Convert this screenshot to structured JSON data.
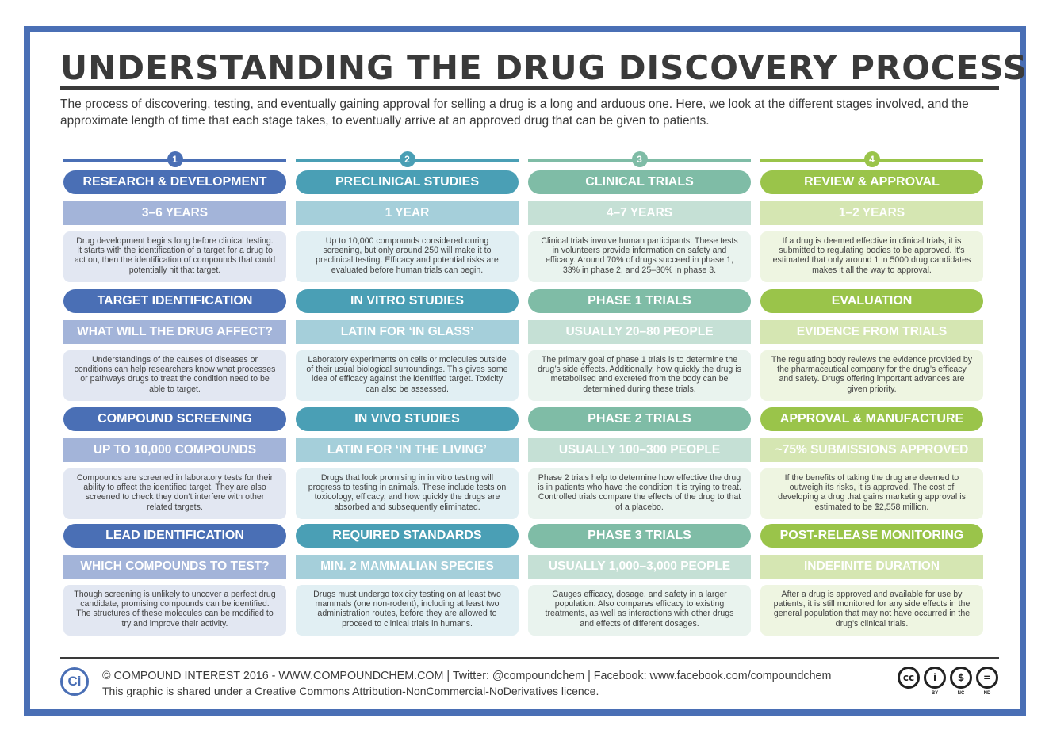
{
  "title": "UNDERSTANDING THE DRUG DISCOVERY PROCESS",
  "intro": "The process of discovering, testing, and eventually gaining approval for selling a drug is a long and arduous one. Here, we look at the different stages involved, and the approximate length of time that each stage takes, to eventually arrive at an approved drug that can be given to patients.",
  "colors": {
    "frame": "#4a6fb5",
    "col1": {
      "main": "#4a6fb5",
      "sub": "#a3b4d9",
      "desc": "#e2e7f2"
    },
    "col2": {
      "main": "#4a9fb5",
      "sub": "#a5cfda",
      "desc": "#e1eff3"
    },
    "col3": {
      "main": "#7fbca6",
      "sub": "#c5e0d5",
      "desc": "#e9f3ee"
    },
    "col4": {
      "main": "#9ac44a",
      "sub": "#d5e6b2",
      "desc": "#eef5e1"
    }
  },
  "columns": [
    {
      "number": "1",
      "blocks": [
        {
          "heading": "RESEARCH & DEVELOPMENT",
          "sub": "3–6 YEARS",
          "desc": "Drug development begins long before clinical testing. It starts with the identification of a target for a drug to act on, then the identification of compounds that could potentially hit that target."
        },
        {
          "heading": "TARGET IDENTIFICATION",
          "sub": "WHAT WILL THE DRUG AFFECT?",
          "desc": "Understandings of the causes of diseases or conditions can help researchers know what processes or pathways drugs to treat the condition need to be able to target."
        },
        {
          "heading": "COMPOUND SCREENING",
          "sub": "UP TO 10,000 COMPOUNDS",
          "desc": "Compounds are screened in laboratory tests for their ability to affect the identified target. They are also screened to check they don’t interfere with other related targets."
        },
        {
          "heading": "LEAD IDENTIFICATION",
          "sub": "WHICH COMPOUNDS TO TEST?",
          "desc": "Though screening is unlikely to uncover a perfect drug candidate, promising compounds can be identified. The structures of these molecules can be modified to try and improve their activity."
        }
      ]
    },
    {
      "number": "2",
      "blocks": [
        {
          "heading": "PRECLINICAL STUDIES",
          "sub": "1 YEAR",
          "desc": "Up to 10,000 compounds considered during screening, but only around 250 will make it to preclinical testing. Efficacy and potential risks are evaluated before human trials can begin."
        },
        {
          "heading": "IN VITRO STUDIES",
          "sub": "LATIN FOR ‘IN GLASS’",
          "desc": "Laboratory experiments on cells or molecules outside of their usual biological surroundings. This gives some idea of efficacy against the identified target. Toxicity can also be assessed."
        },
        {
          "heading": "IN VIVO STUDIES",
          "sub": "LATIN FOR ‘IN THE LIVING’",
          "desc": "Drugs that look promising in in vitro testing will progress to testing in animals. These include tests on toxicology, efficacy, and how quickly the drugs are absorbed and subsequently eliminated."
        },
        {
          "heading": "REQUIRED STANDARDS",
          "sub": "MIN. 2 MAMMALIAN SPECIES",
          "desc": "Drugs must undergo toxicity testing on at least two mammals (one non-rodent), including at least two administration routes, before they are allowed to proceed to clinical trials in humans."
        }
      ]
    },
    {
      "number": "3",
      "blocks": [
        {
          "heading": "CLINICAL TRIALS",
          "sub": "4–7 YEARS",
          "desc": "Clinical trials involve human participants. These tests in volunteers provide information on safety and efficacy. Around 70% of drugs succeed in phase 1, 33% in phase 2, and 25–30% in phase 3."
        },
        {
          "heading": "PHASE 1 TRIALS",
          "sub": "USUALLY 20–80 PEOPLE",
          "desc": "The primary goal of phase 1 trials is to determine the drug’s side effects. Additionally, how quickly the drug is metabolised and excreted from the body can be determined during these trials."
        },
        {
          "heading": "PHASE 2 TRIALS",
          "sub": "USUALLY 100–300 PEOPLE",
          "desc": "Phase 2 trials help to determine how effective the drug is in patients who have the condition it is trying to treat. Controlled trials compare the effects of the drug to that of a placebo."
        },
        {
          "heading": "PHASE 3 TRIALS",
          "sub": "USUALLY 1,000–3,000 PEOPLE",
          "desc": "Gauges efficacy, dosage, and safety in a larger population. Also compares efficacy to existing treatments, as well as interactions with other drugs and effects of different dosages."
        }
      ]
    },
    {
      "number": "4",
      "blocks": [
        {
          "heading": "REVIEW & APPROVAL",
          "sub": "1–2 YEARS",
          "desc": "If a drug is deemed effective in clinical trials, it is submitted to regulating bodies to be approved. It’s estimated that only around 1 in 5000 drug candidates makes it all the way to approval."
        },
        {
          "heading": "EVALUATION",
          "sub": "EVIDENCE FROM TRIALS",
          "desc": "The regulating body reviews the evidence provided by the pharmaceutical company for the drug’s efficacy and safety. Drugs offering important advances are given priority."
        },
        {
          "heading": "APPROVAL & MANUFACTURE",
          "sub": "~75% SUBMISSIONS APPROVED",
          "desc": "If the benefits of taking the drug are deemed to outweigh its risks, it is approved. The cost of developing a drug that gains marketing approval is estimated to be $2,558 million."
        },
        {
          "heading": "POST-RELEASE MONITORING",
          "sub": "INDEFINITE DURATION",
          "desc": "After a drug is approved and available for use by patients, it is still monitored for any side effects in the general population that may not have occurred in the drug’s clinical trials."
        }
      ]
    }
  ],
  "footer": {
    "logo": "Ci",
    "credit": "© COMPOUND INTEREST 2016 - WWW.COMPOUNDCHEM.COM | Twitter: @compoundchem | Facebook: www.facebook.com/compoundchem",
    "licence": "This graphic is shared under a Creative Commons Attribution-NonCommercial-NoDerivatives licence.",
    "cc_icons": [
      {
        "symbol": "cc",
        "label": "",
        "icon": "cc-icon"
      },
      {
        "symbol": "i",
        "label": "BY",
        "icon": "attribution-icon"
      },
      {
        "symbol": "$",
        "label": "NC",
        "icon": "noncommercial-icon"
      },
      {
        "symbol": "=",
        "label": "ND",
        "icon": "noderivatives-icon"
      }
    ]
  }
}
